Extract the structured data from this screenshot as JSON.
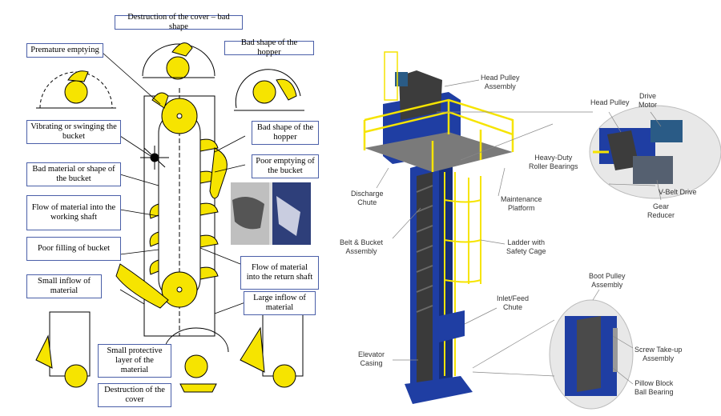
{
  "colors": {
    "yellow": "#f6e400",
    "blue": "#1f3ea3",
    "label_border": "#4a5fa8",
    "caption": "#333333",
    "grey": "#8a8a8a"
  },
  "left_diagram": {
    "labels": {
      "destruction_cover_bad_shape": "Destruction of the cover – bad shape",
      "premature_emptying": "Premature emptying",
      "bad_shape_hopper_top": "Bad shape of the hopper",
      "vibrating_bucket": "Vibrating or swinging the bucket",
      "bad_shape_hopper": "Bad shape of the hopper",
      "bad_material": "Bad material or shape of the bucket",
      "poor_emptying": "Poor emptying of the bucket",
      "flow_working": "Flow of material into the working shaft",
      "poor_filling": "Poor filling of bucket",
      "flow_return": "Flow of material into the return shaft",
      "small_inflow": "Small inflow of material",
      "large_inflow": "Large inflow of material",
      "small_protective": "Small protective layer of the material",
      "destruction_cover": "Destruction of the cover"
    }
  },
  "right_diagram": {
    "labels": {
      "head_pulley_assembly": [
        "Head Pulley",
        "Assembly"
      ],
      "head_pulley": [
        "Head Pulley"
      ],
      "drive_motor": [
        "Drive",
        "Motor"
      ],
      "heavy_duty": [
        "Heavy-Duty",
        "Roller Bearings"
      ],
      "discharge_chute": [
        "Discharge",
        "Chute"
      ],
      "maintenance_platform": [
        "Maintenance",
        "Platform"
      ],
      "vbelt": [
        "V-Belt Drive"
      ],
      "gear_reducer": [
        "Gear",
        "Reducer"
      ],
      "belt_bucket": [
        "Belt & Bucket",
        "Assembly"
      ],
      "ladder": [
        "Ladder with",
        "Safety Cage"
      ],
      "boot_pulley": [
        "Boot Pulley",
        "Assembly"
      ],
      "inlet": [
        "Inlet/Feed",
        "Chute"
      ],
      "elevator_casing": [
        "Elevator",
        "Casing"
      ],
      "screw_takeup": [
        "Screw Take-up",
        "Assembly"
      ],
      "pillow_block": [
        "Pillow Block",
        "Ball Bearing"
      ]
    }
  }
}
